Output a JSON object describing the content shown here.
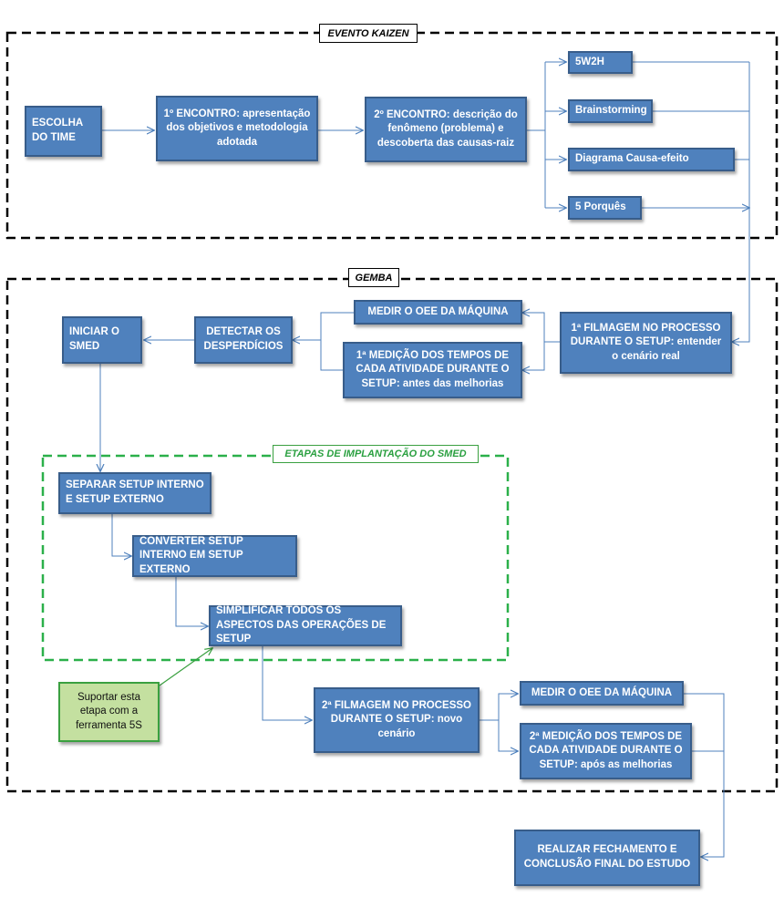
{
  "sections": {
    "evento": "EVENTO KAIZEN",
    "gemba": "GEMBA",
    "smed": "ETAPAS DE IMPLANTAÇÃO DO SMED"
  },
  "kaizen": {
    "escolha": "ESCOLHA DO TIME",
    "encontro1": "1º ENCONTRO: apresentação dos objetivos e metodologia adotada",
    "encontro2": "2º ENCONTRO: descrição do fenômeno (problema) e descoberta das causas-raiz",
    "tool1": "5W2H",
    "tool2": "Brainstorming",
    "tool3": "Diagrama Causa-efeito",
    "tool4": "5 Porquês"
  },
  "gemba": {
    "filmagem1": "1ª FILMAGEM NO PROCESSO DURANTE O SETUP: entender o cenário real",
    "medir_oee1": "MEDIR O OEE DA MÁQUINA",
    "medicao1": "1ª MEDIÇÃO DOS TEMPOS DE CADA ATIVIDADE DURANTE O SETUP: antes das melhorias",
    "detectar": "DETECTAR OS DESPERDÍCIOS",
    "iniciar": "INICIAR O SMED",
    "filmagem2": "2ª FILMAGEM NO PROCESSO DURANTE O SETUP: novo cenário",
    "medir_oee2": "MEDIR O OEE DA MÁQUINA",
    "medicao2": "2ª MEDIÇÃO DOS TEMPOS DE CADA ATIVIDADE DURANTE O SETUP: após as melhorias"
  },
  "smed": {
    "separar": "SEPARAR SETUP INTERNO E SETUP EXTERNO",
    "converter": "CONVERTER SETUP INTERNO EM SETUP EXTERNO",
    "simplificar": "SIMPLIFICAR TODOS OS ASPECTOS DAS OPERAÇÕES DE SETUP",
    "suporte": "Suportar esta etapa com a ferramenta 5S"
  },
  "final": {
    "fechamento": "REALIZAR FECHAMENTO E CONCLUSÃO FINAL DO ESTUDO"
  }
}
